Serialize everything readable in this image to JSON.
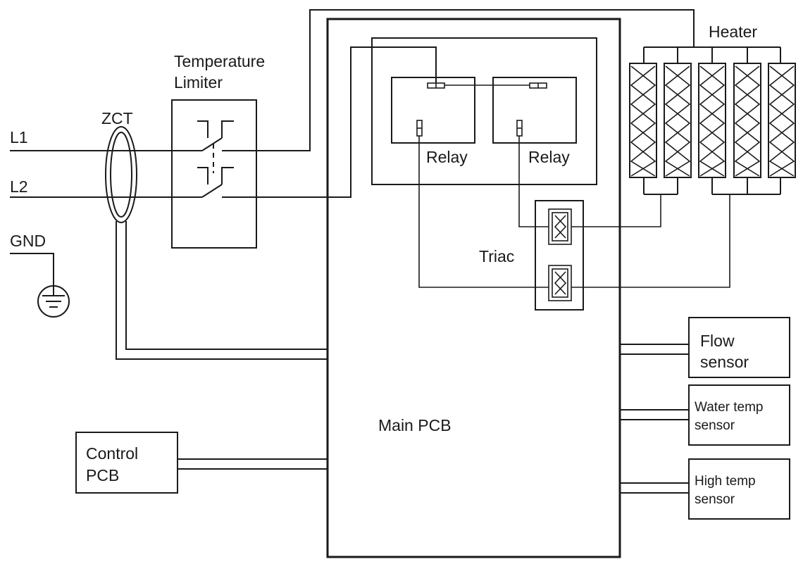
{
  "labels": {
    "heater": "Heater",
    "temp_limiter_line1": "Temperature",
    "temp_limiter_line2": "Limiter",
    "zct": "ZCT",
    "l1": "L1",
    "l2": "L2",
    "gnd": "GND",
    "relay_left": "Relay",
    "relay_right": "Relay",
    "triac": "Triac",
    "main_pcb": "Main PCB",
    "control_pcb_line1": "Control",
    "control_pcb_line2": "PCB",
    "flow_sensor_line1": "Flow",
    "flow_sensor_line2": "sensor",
    "water_temp_sensor_line1": "Water temp",
    "water_temp_sensor_line2": "sensor",
    "high_temp_sensor_line1": "High temp",
    "high_temp_sensor_line2": "sensor"
  },
  "colors": {
    "line": "#1a1a1a",
    "background": "#ffffff"
  }
}
